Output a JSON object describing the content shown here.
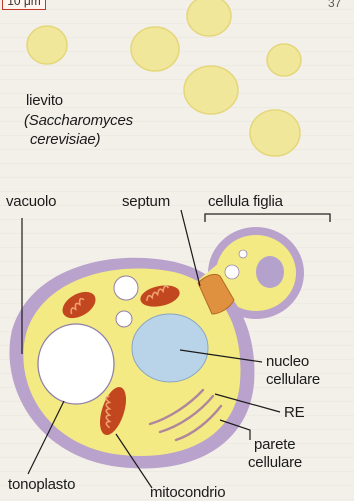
{
  "scale_bar": {
    "label": "10 μm"
  },
  "page_number": "37",
  "organism": {
    "common_name": "lievito",
    "scientific_name_line1": "(Saccharomyces",
    "scientific_name_line2": "cerevisiae)"
  },
  "labels": {
    "vacuolo": "vacuolo",
    "septum": "septum",
    "cellula_figlia": "cellula figlia",
    "nucleo_line1": "nucleo",
    "nucleo_line2": "cellulare",
    "re": "RE",
    "parete_line1": "parete",
    "parete_line2": "cellulare",
    "tonoplasto": "tonoplasto",
    "mitocondrio": "mitocondrio"
  },
  "colors": {
    "cell_wall": "#b9a3cc",
    "cytoplasm": "#f3ea84",
    "vacuole": "#ffffff",
    "nucleus": "#b9d3e8",
    "mitochondrion": "#c2471e",
    "septum": "#e0913f",
    "er": "#b0869c",
    "yeast_cell": "#f1e79a"
  }
}
